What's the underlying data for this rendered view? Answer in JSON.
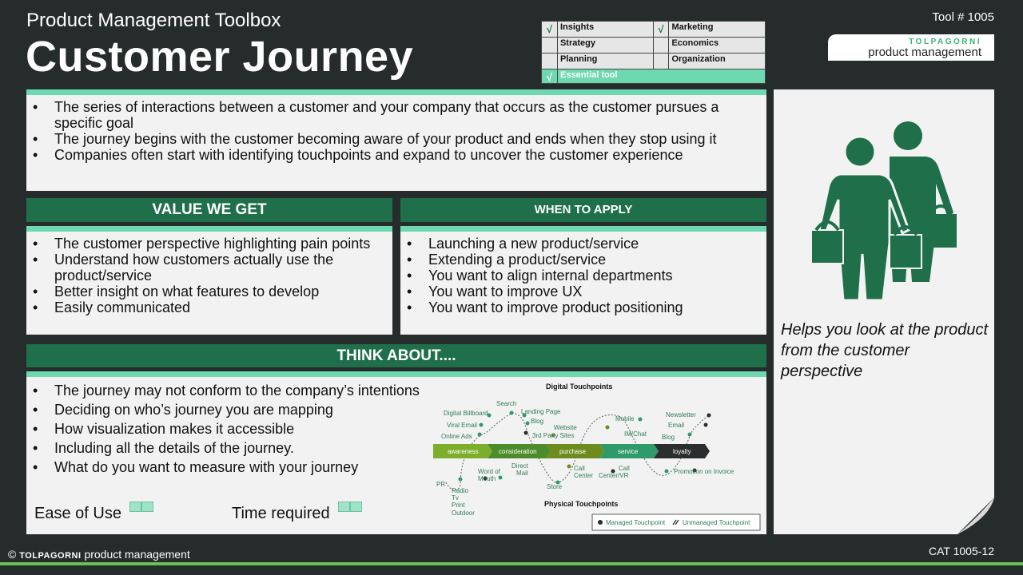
{
  "header": {
    "toolbox_title": "Product Management Toolbox",
    "title": "Customer Journey",
    "tool_number": "Tool # 1005"
  },
  "logo": {
    "top": "TOLPAGORNI",
    "bottom": "product management"
  },
  "categories": [
    {
      "check1": "√",
      "label1": "Insights",
      "check2": "√",
      "label2": "Marketing"
    },
    {
      "check1": "",
      "label1": "Strategy",
      "check2": "",
      "label2": "Economics"
    },
    {
      "check1": "",
      "label1": "Planning",
      "check2": "",
      "label2": "Organization"
    }
  ],
  "essential": {
    "check": "√",
    "label": "Essential tool"
  },
  "definition": {
    "bullets": [
      "The series of interactions between a customer and your company that occurs as the customer pursues a specific goal",
      "The journey begins with the customer becoming aware of your product and ends when they stop using it",
      "Companies often start with identifying touchpoints and expand to uncover the customer experience"
    ]
  },
  "value": {
    "heading": "VALUE WE GET",
    "bullets": [
      "The customer perspective highlighting pain points",
      "Understand how customers actually use the product/service",
      "Better insight on what features to develop",
      "Easily communicated"
    ]
  },
  "when": {
    "heading": "WHEN TO APPLY",
    "bullets": [
      "Launching a new product/service",
      "Extending a product/service",
      "You want to align internal departments",
      "You want to improve UX",
      "You want to improve product positioning"
    ]
  },
  "think": {
    "heading": "THINK ABOUT....",
    "bullets": [
      "The journey may not conform to the company’s intentions",
      "Deciding on who’s journey you are mapping",
      "How visualization makes it accessible",
      "Including all the details of the journey.",
      "What do you want to measure with your journey"
    ],
    "ease_label": "Ease of Use",
    "time_label": "Time required",
    "ease_level": 0,
    "time_level": 0
  },
  "journey_diagram": {
    "digital_title": "Digital Touchpoints",
    "physical_title": "Physical Touchpoints",
    "stages": [
      "awareness",
      "consideration",
      "purchase",
      "service",
      "loyalty"
    ],
    "digital_labels": {
      "billboard": "Digital Billboard",
      "viral": "Viral Email",
      "online_ads": "Online Ads",
      "search": "Search",
      "landing": "Landing Page",
      "blog1": "Blog",
      "third_party": "3rd Party Sites",
      "website": "Website",
      "mobile": "Mobile",
      "im": "IM/Chat",
      "newsletter": "Newsletter",
      "email": "Email",
      "blog2": "Blog"
    },
    "physical_labels": {
      "pr": "PR",
      "radio": "Radio",
      "tv": "Tv",
      "print": "Print",
      "outdoor": "Outdoor",
      "wom1": "Word of",
      "wom2": "Mouth",
      "dm1": "Direct",
      "dm2": "Mail",
      "store": "Store",
      "cc1a": "Call",
      "cc1b": "Center",
      "cc2a": "Call",
      "cc2b": "Center/VR",
      "promo": "Promotion on Invoice"
    },
    "legend": {
      "managed": "Managed Touchpoint",
      "unmanaged": "Unmanaged Touchpoint"
    }
  },
  "side": {
    "caption": "Helps you look at the product from the customer perspective",
    "icon": "people-with-shopping-bags-icon",
    "icon_color": "#1f6f4a"
  },
  "footer": {
    "copyright": "©",
    "brand": "TOLPAGORNI",
    "brand_suffix": "product management",
    "code": "CAT 1005-12"
  },
  "colors": {
    "accent": "#1f6f4a",
    "mint": "#6ed9b0",
    "footer_line": "#6bbf59"
  }
}
